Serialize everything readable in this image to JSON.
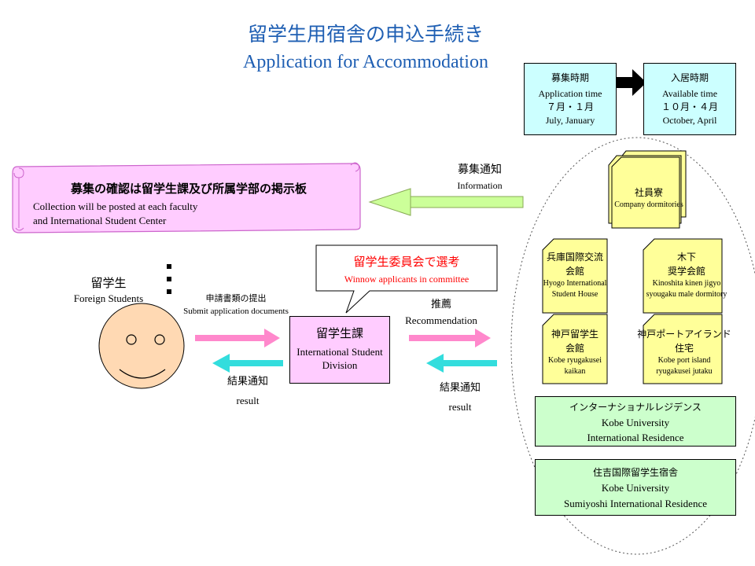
{
  "title": {
    "jp": "留学生用宿舎の申込手続き",
    "en": "Application for Accommodation"
  },
  "application_time": {
    "jp": "募集時期",
    "en": "Application time",
    "months_jp": "７月・１月",
    "months_en": "July, January"
  },
  "available_time": {
    "jp": "入居時期",
    "en": "Available time",
    "months_jp": "１０月・４月",
    "months_en": "October, April"
  },
  "notice_scroll": {
    "jp": "募集の確認は留学生課及び所属学部の掲示板",
    "en_line1": "Collection will be posted at each faculty",
    "en_line2": "and International Student Center"
  },
  "information": {
    "jp": "募集通知",
    "en": "Information"
  },
  "committee": {
    "jp": "留学生委員会で選考",
    "en": "Winnow applicants in committee"
  },
  "foreign_students": {
    "jp": "留学生",
    "en": "Foreign Students"
  },
  "submit": {
    "jp": "申請書類の提出",
    "en": "Submit application documents"
  },
  "result_left": {
    "jp": "結果通知",
    "en": "result"
  },
  "division": {
    "jp": "留学生課",
    "en_line1": "International Student",
    "en_line2": "Division"
  },
  "recommendation": {
    "jp": "推薦",
    "en": "Recommendation"
  },
  "result_right": {
    "jp": "結果通知",
    "en": "result"
  },
  "dorms": {
    "company": {
      "jp": "社員寮",
      "en": "Company dormitories"
    },
    "hyogo": {
      "jp1": "兵庫国際交流",
      "jp2": "会館",
      "en1": "Hyogo International",
      "en2": "Student House"
    },
    "kinoshita": {
      "jp1": "木下",
      "jp2": "奨学会館",
      "en1": "Kinoshita kinen jigyo",
      "en2": "syougaku male dormitory"
    },
    "kobe_ryugakusei": {
      "jp1": "神戸留学生",
      "jp2": "会館",
      "en1": "Kobe ryugakusei",
      "en2": "kaikan"
    },
    "port_island": {
      "jp1": "神戸ポートアイランド",
      "jp2": "住宅",
      "en1": "Kobe port island",
      "en2": "ryugakusei jutaku"
    },
    "international_residence": {
      "jp": "インターナショナルレジデンス",
      "en1": "Kobe University",
      "en2": "International Residence"
    },
    "sumiyoshi": {
      "jp": "住吉国際留学生宿舎",
      "en1": "Kobe University",
      "en2": "Sumiyoshi International Residence"
    }
  },
  "colors": {
    "title": "#1f5fb3",
    "committee_text": "#ff0000",
    "pink_arrow": "#ff88cc",
    "cyan_arrow": "#33dddd",
    "green_arrow": "#ccff99"
  }
}
